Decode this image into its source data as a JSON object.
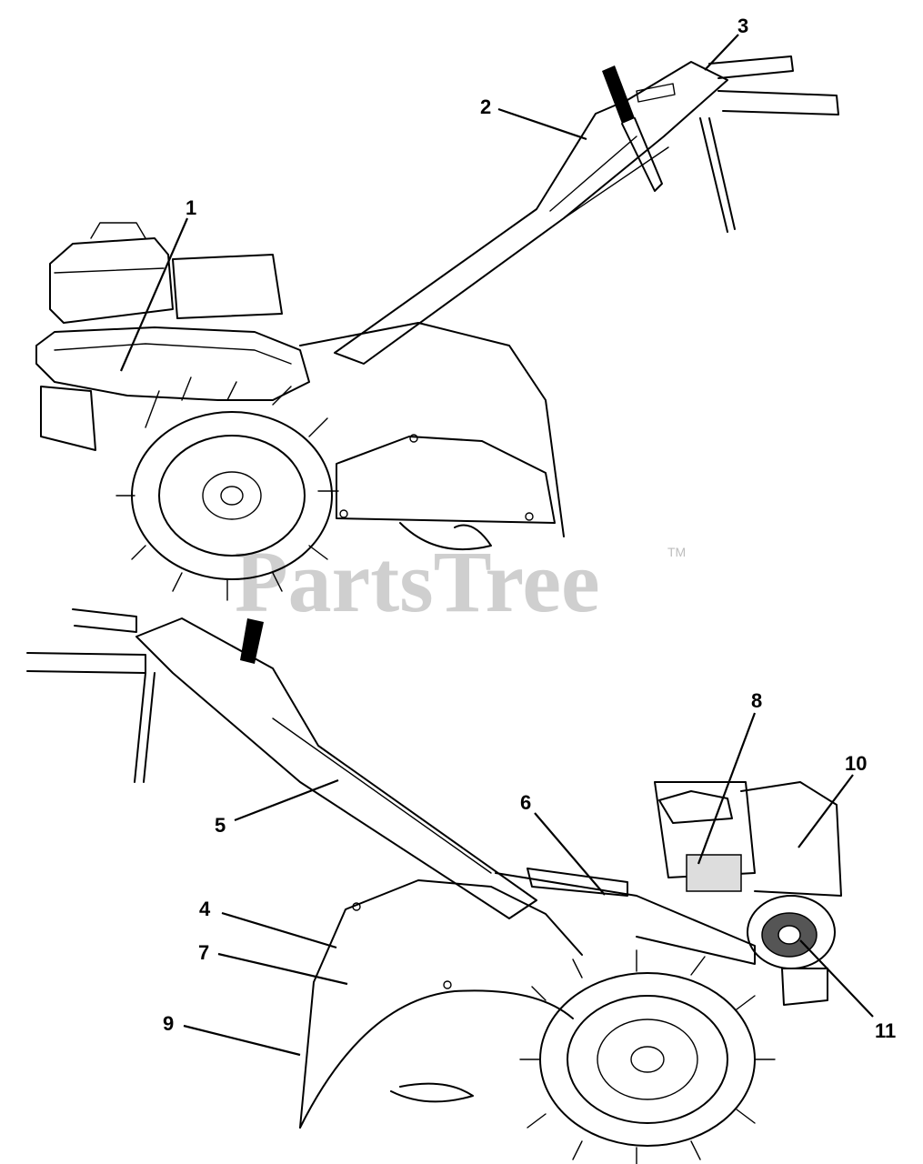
{
  "watermark": {
    "text": "PartsTree",
    "trademark": "TM"
  },
  "callouts": [
    "1",
    "2",
    "3",
    "4",
    "5",
    "6",
    "7",
    "8",
    "9",
    "10",
    "11"
  ]
}
